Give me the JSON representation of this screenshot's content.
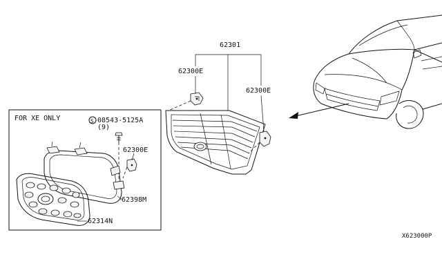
{
  "callouts": {
    "grille_assy": "62301",
    "clip_left": "62300E",
    "clip_right": "62300E",
    "clip_inset": "62300E",
    "screw_part": "08543-5125A",
    "screw_qty": "(9)",
    "screw_symbol": "S",
    "frame_part": "62398M",
    "mesh_part": "62314N"
  },
  "inset": {
    "title": "FOR XE ONLY"
  },
  "diagram_code": "X623000P",
  "colors": {
    "line": "#111111",
    "background": "#ffffff"
  }
}
